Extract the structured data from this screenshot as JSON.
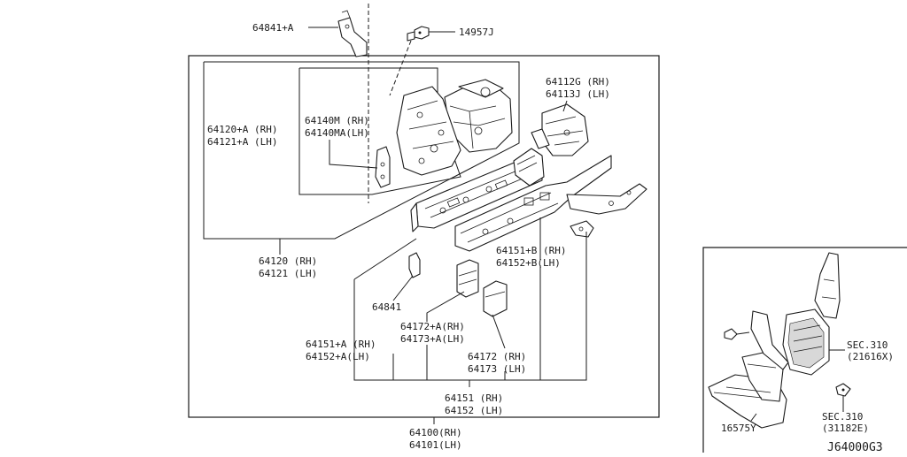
{
  "diagram": {
    "labels": {
      "p64841a": "64841+A",
      "p14957j": "14957J",
      "p64112g": "64112G (RH)",
      "p64113j": "64113J (LH)",
      "p64120a": "64120+A (RH)",
      "p64121a": "64121+A (LH)",
      "p64140m": "64140M  (RH)",
      "p64140ma": "64140MA(LH)",
      "p64120": "64120 (RH)",
      "p64121": "64121 (LH)",
      "p64151b": "64151+B (RH)",
      "p64152b": "64152+B(LH)",
      "p64841": "64841",
      "p64172a": "64172+A(RH)",
      "p64173a": "64173+A(LH)",
      "p64151a": "64151+A (RH)",
      "p64152a": "64152+A(LH)",
      "p64172": "64172 (RH)",
      "p64173": "64173 (LH)",
      "p64151": "64151 (RH)",
      "p64152": "64152 (LH)",
      "p64100": "64100(RH)",
      "p64101": "64101(LH)",
      "sec310a": "SEC.310",
      "sec310a_sub": "(21616X)",
      "sec310b": "SEC.310",
      "sec310b_sub": "(31182E)",
      "p16575y": "16575Y",
      "code": "J64000G3"
    }
  }
}
